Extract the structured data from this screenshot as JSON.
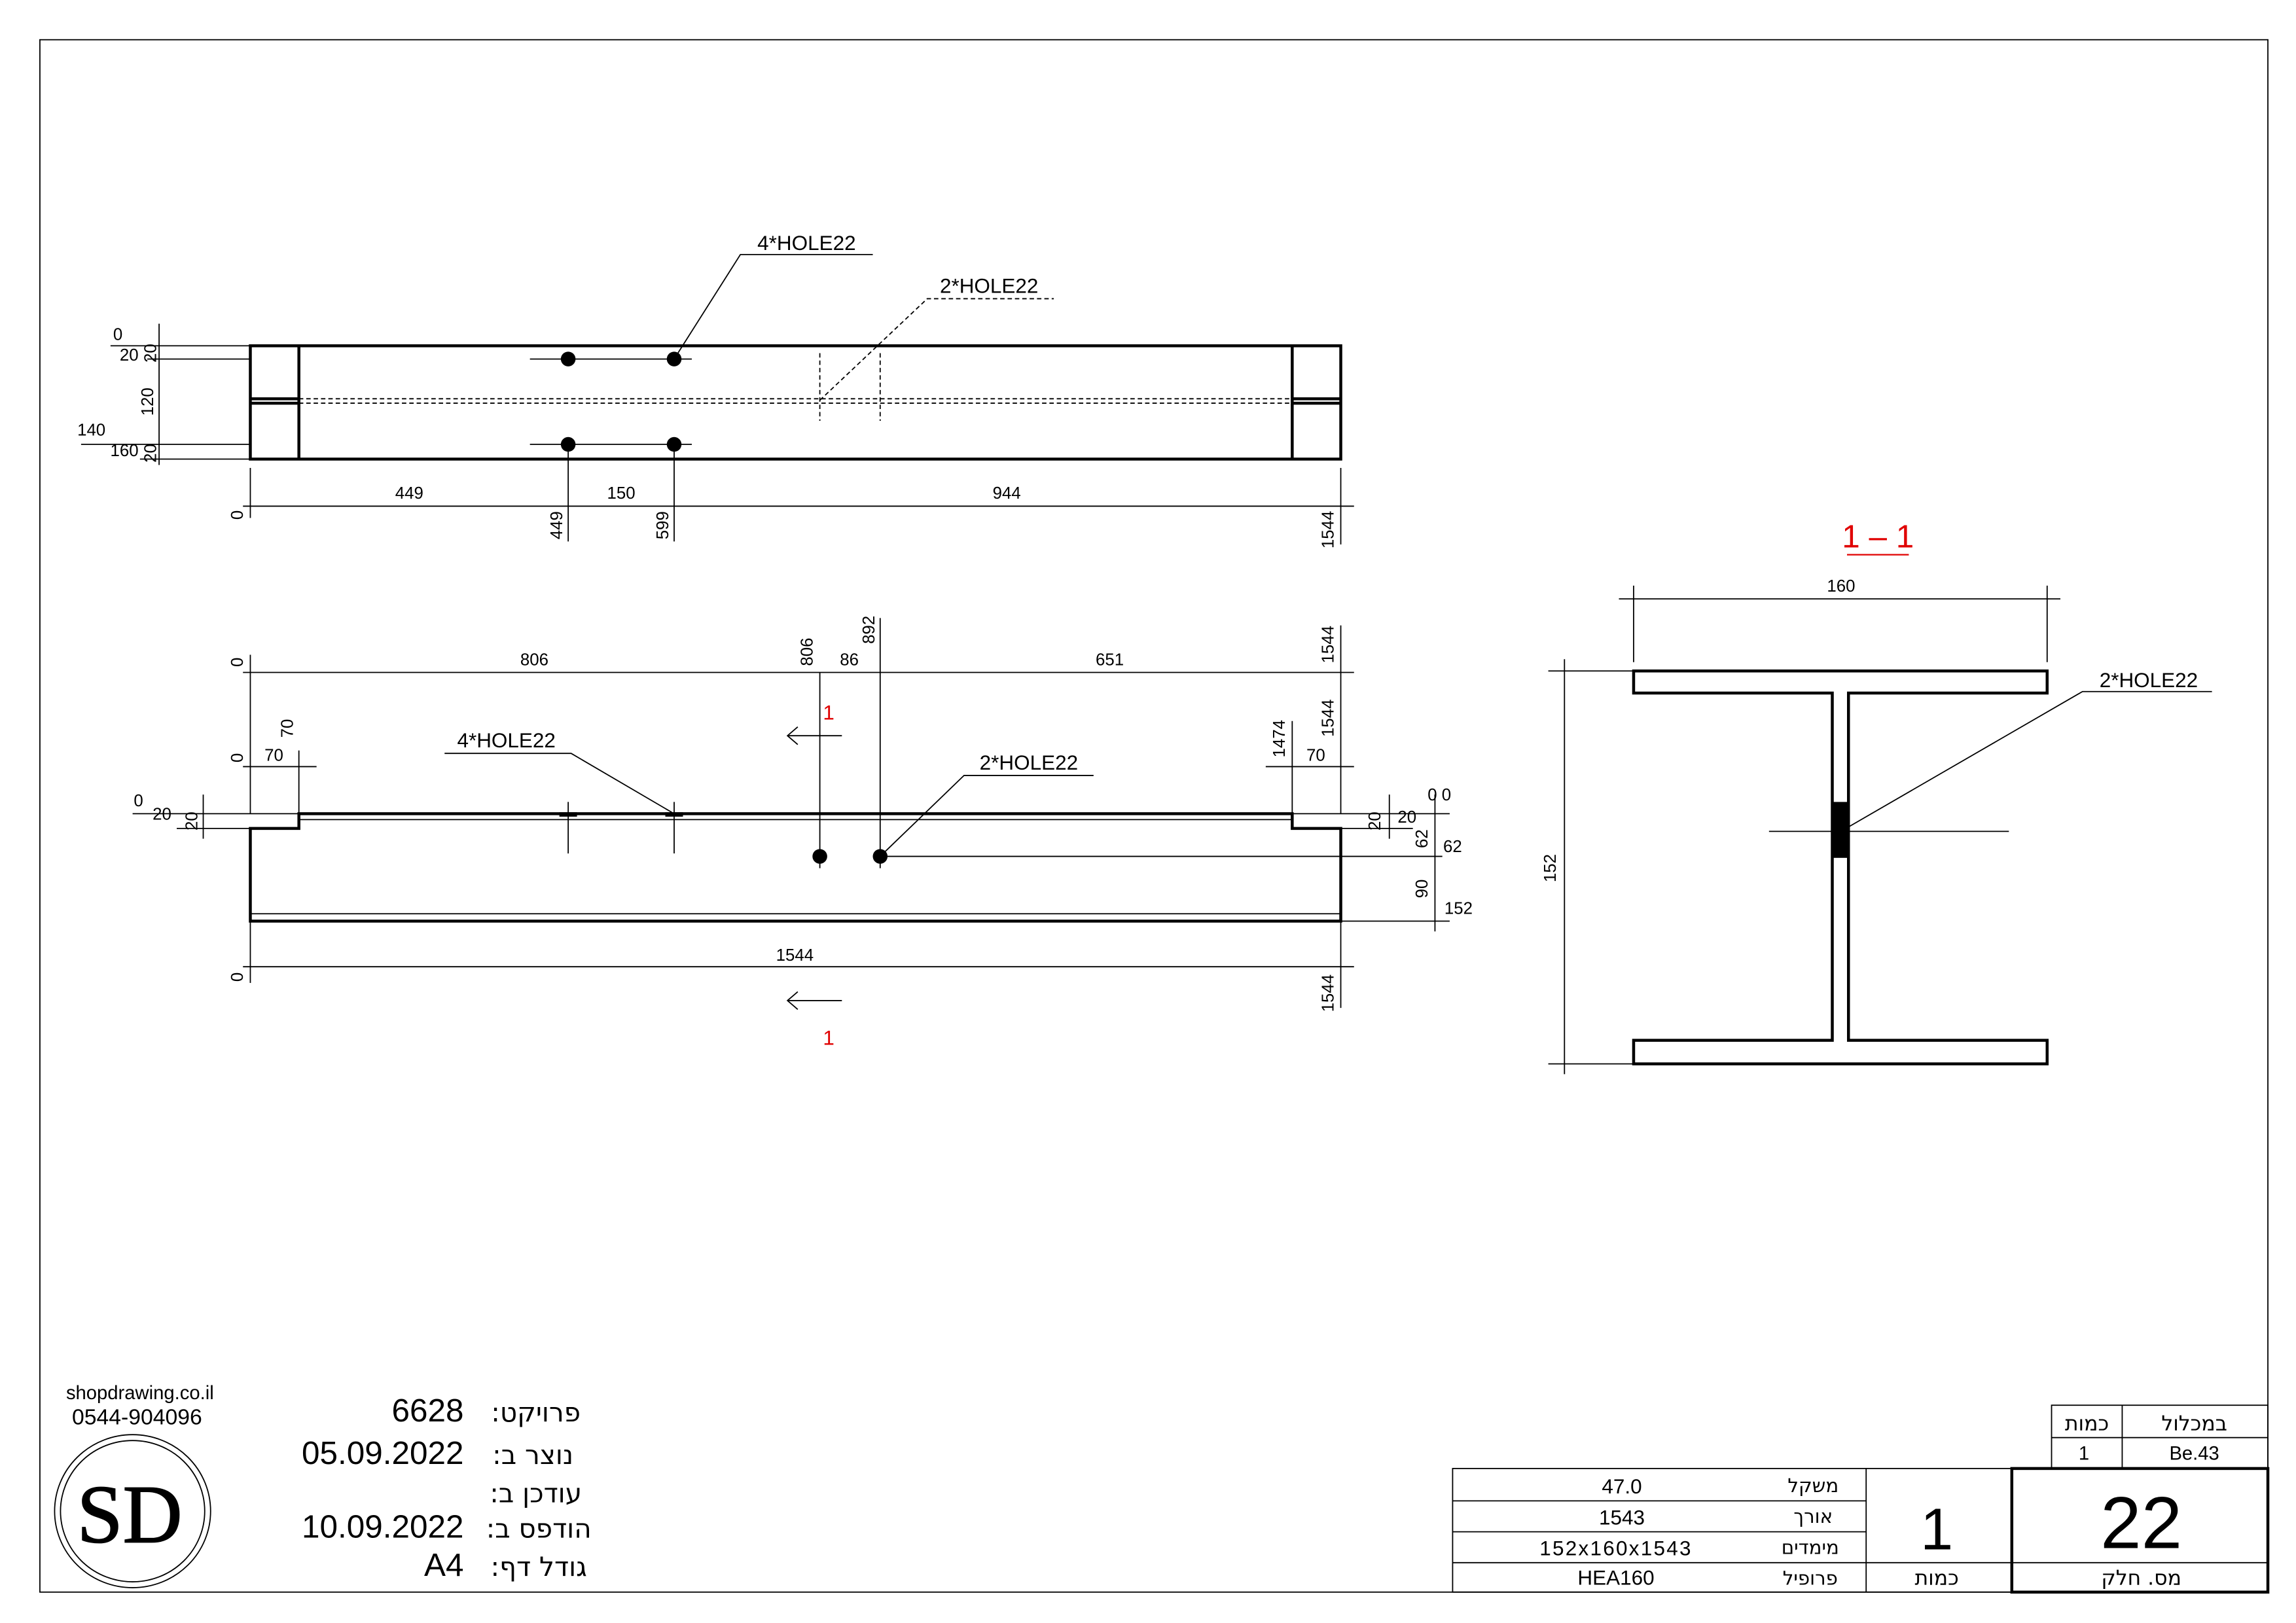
{
  "top_view": {
    "hole_label_1": "4*HOLE22",
    "hole_label_2": "2*HOLE22",
    "left_dims": [
      "0",
      "20",
      "20",
      "120",
      "140",
      "160",
      "20"
    ],
    "bottom_dims": [
      "449",
      "150",
      "944"
    ],
    "bottom_ordinates": [
      "0",
      "449",
      "599",
      "1544"
    ]
  },
  "side_view": {
    "hole_label_1": "4*HOLE22",
    "hole_label_2": "2*HOLE22",
    "top_dims": [
      "806",
      "86",
      "651"
    ],
    "top_ordinates": [
      "0",
      "806",
      "892",
      "1544"
    ],
    "second_row": [
      "0",
      "70",
      "70",
      "1474",
      "1544",
      "70"
    ],
    "left_dims": [
      "0",
      "20",
      "20"
    ],
    "right_dims": [
      "20",
      "20",
      "0 0",
      "62",
      "62",
      "90",
      "152"
    ],
    "bottom_dim": "1544",
    "bottom_ordinates": [
      "0",
      "1544"
    ],
    "section_mark": "1"
  },
  "section_view": {
    "title": "1 – 1",
    "width_dim": "160",
    "height_dim": "152",
    "hole_label": "2*HOLE22"
  },
  "company": {
    "website": "shopdrawing.co.il",
    "phone": "0544-904096",
    "logo_text": "SD"
  },
  "project_info": [
    {
      "label": "פרויקט:",
      "value": "6628"
    },
    {
      "label": "נוצר ב:",
      "value": "05.09.2022"
    },
    {
      "label": "עודכן ב:",
      "value": ""
    },
    {
      "label": "הודפס ב:",
      "value": "10.09.2022"
    },
    {
      "label": "גודל דף:",
      "value": "A4"
    }
  ],
  "title_block": {
    "rows": [
      {
        "label": "משקל",
        "value": "47.0"
      },
      {
        "label": "אורך",
        "value": "1543"
      },
      {
        "label": "מימדים",
        "value": "152x160x1543"
      },
      {
        "label": "פרופיל",
        "value": "HEA160"
      }
    ],
    "quantity": "1",
    "quantity_label": "כמות",
    "part_number": "22",
    "part_number_label": "מס. חלק",
    "assembly_header": "במכלול",
    "assembly_qty_header": "כמות",
    "assembly": "Be.43",
    "assembly_qty": "1"
  },
  "colors": {
    "section_marker": "#e00000"
  }
}
